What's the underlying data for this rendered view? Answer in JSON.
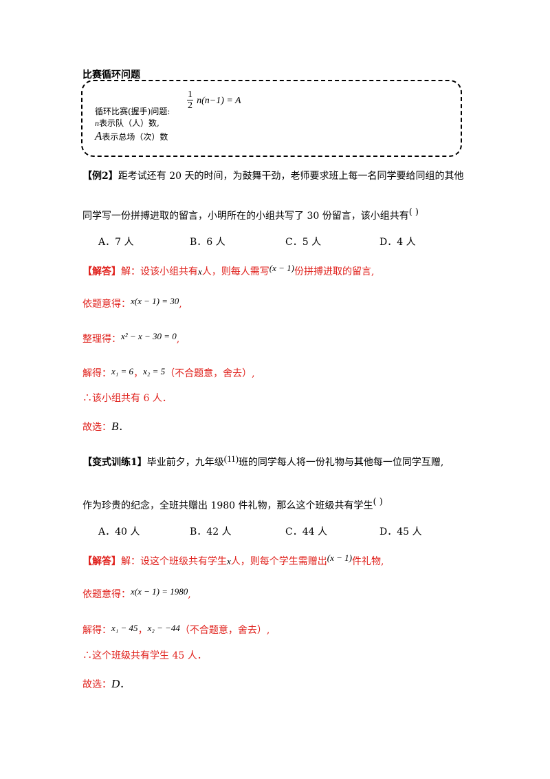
{
  "section_title": "比赛循环问题",
  "formula_box": {
    "formula_frac_num": "1",
    "formula_frac_den": "2",
    "formula_rest": "n(n−1) = A",
    "line1": "循环比赛(握手)问题:",
    "line2_var": "n",
    "line2_text": "表示队（人）数,",
    "line3_var": "A",
    "line3_text": "表示总场（次）数"
  },
  "example2": {
    "label": "【例2】",
    "text_line1": "距考试还有 20 天的时间，为鼓舞干劲，老师要求班上每一名同学要给同组的其他",
    "text_line2": "同学写一份拼搏进取的留言，小明所在的小组共写了 30 份留言，该小组共有",
    "paren": "(        )",
    "options": [
      "A．7 人",
      "B．6 人",
      "C．5 人",
      "D．4 人"
    ],
    "solution": {
      "label": "【解答】",
      "line1_a": "解：设该小组共有",
      "line1_var": "x",
      "line1_b": "人，则每人需写",
      "line1_expr": "(x − 1)",
      "line1_c": "份拼搏进取的留言,",
      "line2_label": "依题意得：",
      "line2_expr": "x(x − 1) = 30",
      "line2_end": ",",
      "line3_label": "整理得：",
      "line3_expr": "x² − x − 30 = 0",
      "line3_end": ",",
      "line4_label": "解得：",
      "line4_expr1": "x₁ = 6",
      "line4_sep": "，",
      "line4_expr2": "x₂ =   5",
      "line4_note": "（不合题意，舍去）,",
      "line5": "∴该小组共有 6 人．",
      "line6_label": "故选：",
      "line6_ans": "B",
      "line6_end": "．"
    }
  },
  "variant1": {
    "label": "【变式训练1】",
    "text_line1_a": "毕业前夕，九年级",
    "text_line1_expr": "(11)",
    "text_line1_b": "班的同学每人将一份礼物与其他每一位同学互赠,",
    "text_line2": "作为珍贵的纪念，全班共赠出 1980 件礼物，那么这个班级共有学生",
    "paren": "(        )",
    "options": [
      "A．40 人",
      "B．42 人",
      "C．44 人",
      "D．45 人"
    ],
    "solution": {
      "label": "【解答】",
      "line1_a": "解：设这个班级共有学生",
      "line1_var": "x",
      "line1_b": "人，则每个学生需赠出",
      "line1_expr": "(x − 1)",
      "line1_c": "件礼物,",
      "line2_label": "依题意得：",
      "line2_expr": "x(x − 1) = 1980",
      "line2_end": ",",
      "line3_label": "解得：",
      "line3_expr1": "x₁ − 45",
      "line3_sep": "，",
      "line3_expr2": "x₂ − −44",
      "line3_note": "（不合题意，舍去）,",
      "line4": "∴这个班级共有学生 45 人．",
      "line5_label": "故选：",
      "line5_ans": "D",
      "line5_end": "．"
    }
  }
}
